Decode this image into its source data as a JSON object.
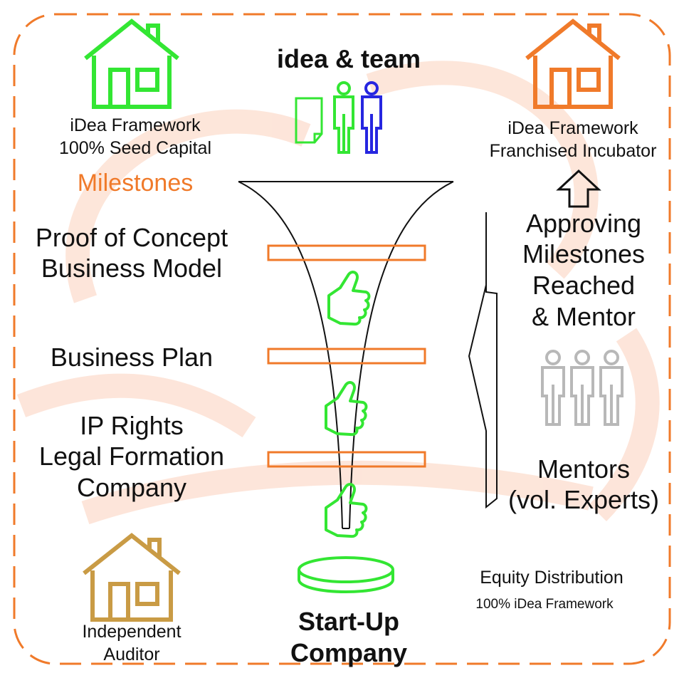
{
  "diagram": {
    "top_center_title": "idea & team",
    "left_house_line1": "iDea Framework",
    "left_house_line2": "100% Seed Capital",
    "milestones_heading": "Milestones",
    "milestone_1_line1": "Proof of Concept",
    "milestone_1_line2": "Business Model",
    "milestone_2": "Business Plan",
    "milestone_3_line1": "IP Rights",
    "milestone_3_line2": "Legal Formation",
    "milestone_3_line3": "Company",
    "right_house_line1": "iDea Framework",
    "right_house_line2": "Franchised Incubator",
    "approving_line1": "Approving",
    "approving_line2": "Milestones",
    "approving_line3": "Reached",
    "approving_line4": "& Mentor",
    "mentors_line1": "Mentors",
    "mentors_line2": "(vol. Experts)",
    "auditor_line1": "Independent",
    "auditor_line2": "Auditor",
    "startup_line1": "Start-Up",
    "startup_line2": "Company",
    "equity_line1": "Equity Distribution",
    "equity_line2": "100% iDea Framework",
    "colors": {
      "frame_orange": "#f07a2a",
      "green": "#33e633",
      "blue": "#2626e0",
      "gold": "#c99b45",
      "grey": "#b8b8b8",
      "watermark": "#fde3d6"
    },
    "icons": [
      "house-icon",
      "document-icon",
      "person-icon",
      "thumbs-up-icon",
      "up-arrow-icon",
      "coin-icon"
    ]
  }
}
